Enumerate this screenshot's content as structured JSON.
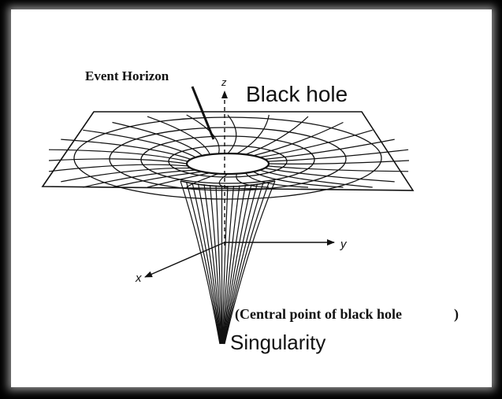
{
  "labels": {
    "event_horizon": "Event Horizon",
    "black_hole": "Black hole",
    "central_point": "(Central point of black hole",
    "central_point_close": ")",
    "singularity": "Singularity"
  },
  "axes": {
    "z": "z",
    "y": "y",
    "x": "x"
  },
  "colors": {
    "background": "#000000",
    "canvas": "#ffffff",
    "ink": "#111111"
  }
}
